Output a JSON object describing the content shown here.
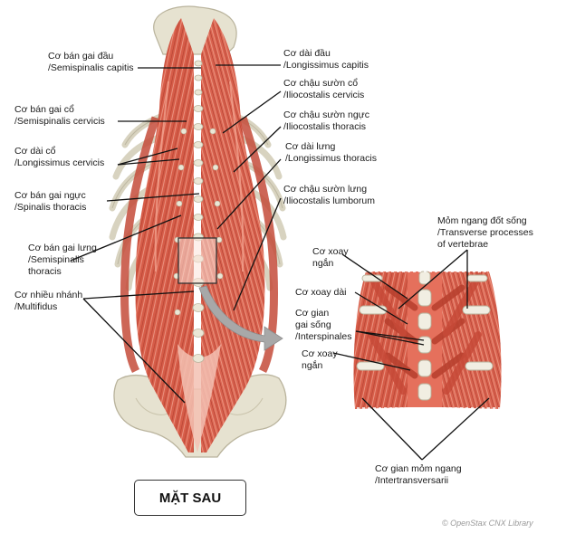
{
  "labels": {
    "semispinalis_capitis": [
      "Cơ bán gai đầu",
      "/Semispinalis capitis"
    ],
    "semispinalis_cervicis": [
      "Cơ bán gai cổ",
      "/Semispinalis cervicis"
    ],
    "longissimus_cervicis": [
      "Cơ dài cổ",
      "/Longissimus cervicis"
    ],
    "spinalis_thoracis": [
      "Cơ bán gai ngực",
      "/Spinalis thoracis"
    ],
    "semispinalis_thoracis": [
      "Cơ bán gai lưng",
      "/Semispinalis",
      "thoracis"
    ],
    "multifidus": [
      "Cơ nhiều nhánh",
      "/Multifidus"
    ],
    "longissimus_capitis": [
      "Cơ dài đầu",
      "/Longissimus capitis"
    ],
    "iliocostalis_cervicis": [
      "Cơ chậu sườn cổ",
      "/Iliocostalis cervicis"
    ],
    "iliocostalis_thoracis": [
      "Cơ chậu sườn ngực",
      "/Iliocostalis thoracis"
    ],
    "longissimus_thoracis": [
      "Cơ dài lưng",
      "/Longissimus thoracis"
    ],
    "iliocostalis_lumborum": [
      "Cơ chậu sườn lưng",
      "/Iliocostalis lumborum"
    ],
    "transverse_processes": [
      "Mỏm ngang đốt sống",
      "/Transverse processes",
      "of vertebrae"
    ],
    "rotatores_short_top": [
      "Cơ xoay",
      "ngắn"
    ],
    "rotatores_long": [
      "Cơ xoay dài"
    ],
    "interspinales": [
      "Cơ gian",
      "gai sống",
      "/Interspinales"
    ],
    "rotatores_short_bottom": [
      "Cơ xoay",
      "ngắn"
    ],
    "intertransversarii": [
      "Cơ gian mỏm ngang",
      "/Intertransversarii"
    ]
  },
  "view_label": "MẶT SAU",
  "credit": "© OpenStax CNX Library",
  "colors": {
    "muscle": "#d9624f",
    "muscle_light": "#ef9a86",
    "muscle_dark": "#a83a2c",
    "bone": "#e4e0cf",
    "bone_edge": "#b9b39c",
    "leader": "#111111",
    "arrow": "#a8a8a8"
  }
}
